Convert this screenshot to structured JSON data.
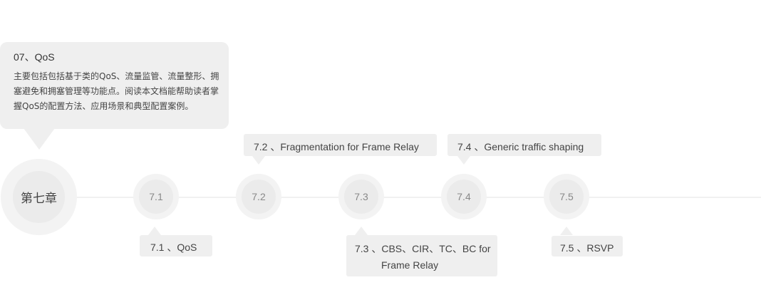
{
  "chapter": {
    "title": "07、QoS",
    "description": "主要包括包括基于类的QoS、流量监管、流量整形、拥塞避免和拥塞管理等功能点。阅读本文档能帮助读者掌握QoS的配置方法、应用场景和典型配置案例。",
    "node_label": "第七章"
  },
  "nodes": [
    {
      "number": "7.1",
      "label": "7.1 、QoS"
    },
    {
      "number": "7.2",
      "label": "7.2 、Fragmentation for Frame Relay"
    },
    {
      "number": "7.3",
      "label_line1": "7.3 、CBS、CIR、TC、BC for",
      "label_line2": "Frame Relay"
    },
    {
      "number": "7.4",
      "label": "7.4 、Generic traffic shaping"
    },
    {
      "number": "7.5",
      "label": "7.5 、RSVP"
    }
  ]
}
